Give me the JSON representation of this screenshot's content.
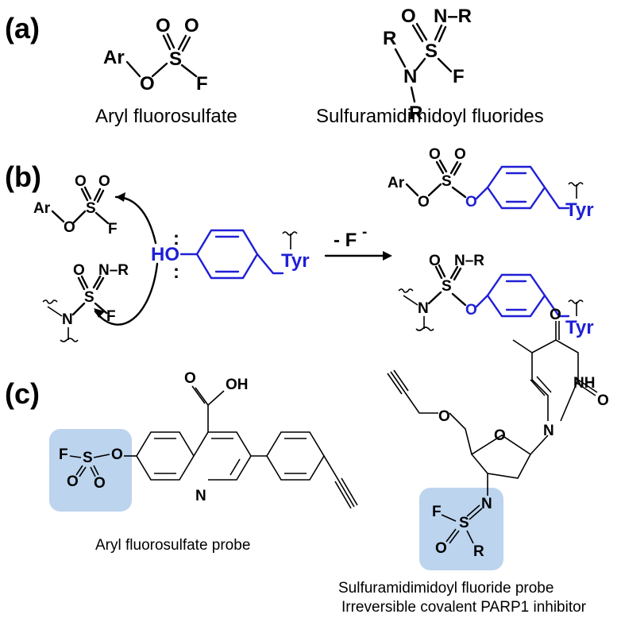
{
  "panels": {
    "a": "(a)",
    "b": "(b)",
    "c": "(c)"
  },
  "captions": {
    "aryl_fluorosulfate": "Aryl fluorosulfate",
    "sulfuramidimidoyl_fluorides": "Sulfuramidimidoyl fluorides",
    "aryl_probe": "Aryl fluorosulfate probe",
    "sulfur_probe": "Sulfuramidimidoyl fluoride probe",
    "parp1": "Irreversible covalent PARP1 inhibitor"
  },
  "reaction": {
    "condition_prefix": "- F",
    "condition_superscript": "-"
  },
  "atoms": {
    "ar": "Ar",
    "o": "O",
    "s": "S",
    "f": "F",
    "n": "N",
    "r": "R",
    "nr": "N–R",
    "ho": "HO",
    "tyr": "Tyr",
    "lone_pair": ":",
    "oh": "OH",
    "nh": "NH"
  },
  "colors": {
    "highlight": "#bcd4ee",
    "tyrosine": "#1f1fd6"
  }
}
